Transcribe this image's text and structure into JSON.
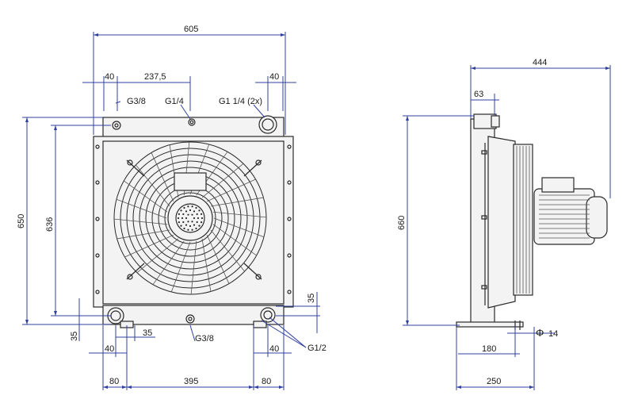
{
  "front_view": {
    "dims": {
      "overall_width": "605",
      "left_inset": "40",
      "port_spacing": "237,5",
      "right_inset": "40",
      "overall_height": "650",
      "core_height": "636",
      "bottom_offset": "35",
      "bottom_right_offset": "35",
      "bottom_port_offset": "35",
      "bottom_left_inset": "40",
      "bottom_right_inset": "40",
      "foot_left": "80",
      "foot_spacing": "395",
      "foot_right": "80"
    },
    "ports": {
      "top_left": "G3/8",
      "top_center": "G1/4",
      "top_right": "G1 1/4 (2x)",
      "bottom_center": "G3/8",
      "bottom_right": "G1/2"
    }
  },
  "side_view": {
    "dims": {
      "overall_depth": "444",
      "flange_depth": "63",
      "overall_height": "660",
      "foot_slot": "180",
      "foot_length": "250",
      "hole_diameter": "14"
    },
    "diameter_symbol": "Φ"
  },
  "colors": {
    "dimension_line": "#3040a0",
    "outline": "#2a2a2a",
    "fill": "#f3f3f3"
  }
}
